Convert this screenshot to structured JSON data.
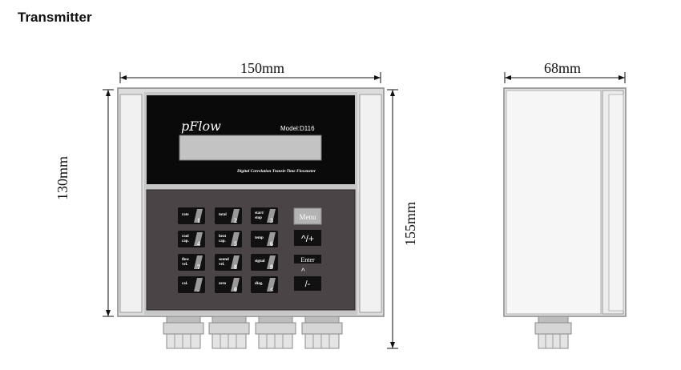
{
  "heading": "Transmitter",
  "dimensions": {
    "front_width": "150mm",
    "front_height": "130mm",
    "side_width": "68mm",
    "side_height": "155mm"
  },
  "device": {
    "brand": "pFlow",
    "model": "Model:D116",
    "description": "Digital Correlation Transit-Time Flowmeter"
  },
  "keys": [
    {
      "label1": "rate",
      "label2": "",
      "digit": "1"
    },
    {
      "label1": "total",
      "label2": "",
      "digit": "2"
    },
    {
      "label1": "start/",
      "label2": "stop",
      "digit": "3"
    },
    {
      "label1": "cool",
      "label2": "cap.",
      "digit": "4"
    },
    {
      "label1": "heat",
      "label2": "cap.",
      "digit": "5"
    },
    {
      "label1": "temp",
      "label2": "",
      "digit": "6"
    },
    {
      "label1": "flow",
      "label2": "vel.",
      "digit": "7"
    },
    {
      "label1": "sound",
      "label2": "vel.",
      "digit": "8"
    },
    {
      "label1": "signal",
      "label2": "",
      "digit": "9"
    },
    {
      "label1": "cal.",
      "label2": "",
      "digit": "."
    },
    {
      "label1": "zero",
      "label2": "",
      "digit": "0"
    },
    {
      "label1": "diag.",
      "label2": "",
      "digit": "<"
    }
  ],
  "side_keys": {
    "menu": "Menu",
    "up_plus": "^/+",
    "enter": "Enter",
    "caret": "^",
    "minus": "/-"
  },
  "colors": {
    "display_bezel": "#0a0a0a",
    "lcd": "#c3c3c3",
    "keypad_panel": "#4a4446",
    "key": "#111111",
    "menu_key": "#b3b3b3",
    "side_rail": "#ececec",
    "gland": "#d6d6d6"
  }
}
